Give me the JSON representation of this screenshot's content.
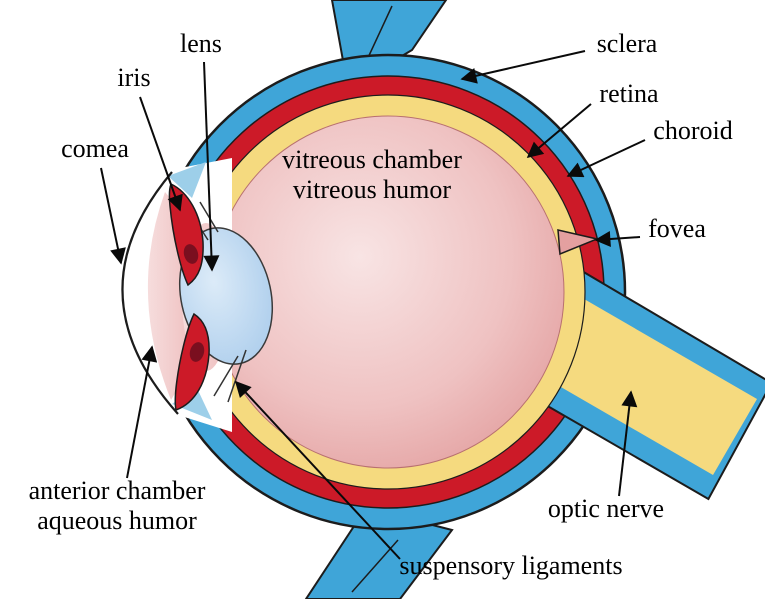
{
  "labels": {
    "lens": "lens",
    "iris": "iris",
    "cornea": "comea",
    "sclera": "sclera",
    "retina": "retina",
    "choroid": "choroid",
    "fovea": "fovea",
    "vitreous_line1": "vitreous chamber",
    "vitreous_line2": "vitreous humor",
    "anterior_line1": "anterior chamber",
    "anterior_line2": "aqueous humor",
    "suspensory": "suspensory ligaments",
    "optic_nerve": "optic nerve"
  },
  "colors": {
    "sclera_blue": "#3fa5d8",
    "choroid_red": "#cc1a28",
    "retina_yellow": "#f5da7f",
    "vitreous_light": "#f8e4e4",
    "vitreous_mid": "#efc2c2",
    "vitreous_deep": "#df9595",
    "lens_light": "#dcebf8",
    "lens_deep": "#a4c8ea",
    "aqueous_light": "#f6dddd",
    "aqueous_deep": "#eebcbc",
    "iris_spot": "#7a0f1f",
    "limbus_blue": "#9dcfe9",
    "fovea_pink": "#e4a0a0",
    "outline": "#1c1c1c",
    "label_text": "#000000"
  }
}
